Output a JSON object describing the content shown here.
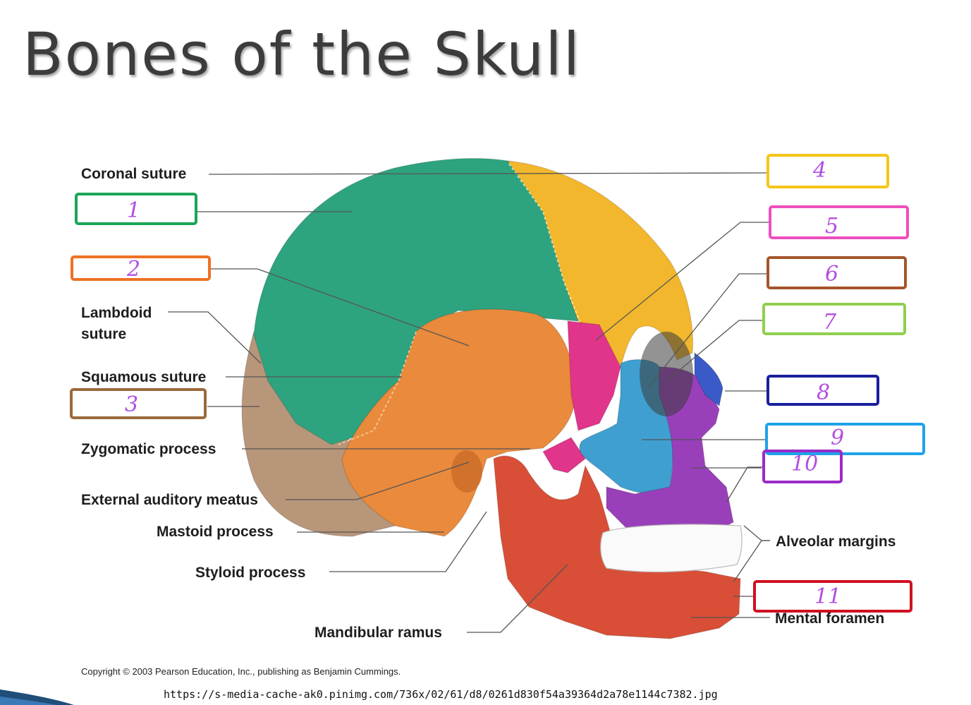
{
  "title": "Bones of the Skull",
  "labels": {
    "coronal_suture": "Coronal suture",
    "lambdoid_suture_line1": "Lambdoid",
    "lambdoid_suture_line2": "suture",
    "squamous_suture": "Squamous suture",
    "zygomatic_process": "Zygomatic process",
    "external_auditory_meatus": "External auditory meatus",
    "mastoid_process": "Mastoid process",
    "styloid_process": "Styloid process",
    "mandibular_ramus": "Mandibular ramus",
    "alveolar_margins": "Alveolar margins",
    "mental_foramen": "Mental foramen"
  },
  "answer_boxes": [
    {
      "number": "1",
      "color": "#1aa556"
    },
    {
      "number": "2",
      "color": "#ee7124"
    },
    {
      "number": "3",
      "color": "#9a6a3a"
    },
    {
      "number": "4",
      "color": "#f5c518"
    },
    {
      "number": "5",
      "color": "#ee4fbd"
    },
    {
      "number": "6",
      "color": "#a5552b"
    },
    {
      "number": "7",
      "color": "#8fcf4e"
    },
    {
      "number": "8",
      "color": "#1a1f9c"
    },
    {
      "number": "9",
      "color": "#1ea3ea"
    },
    {
      "number": "10",
      "color": "#9a2bc9"
    },
    {
      "number": "11",
      "color": "#cf1020"
    }
  ],
  "copyright": "Copyright © 2003 Pearson Education, Inc., publishing as Benjamin Cummings.",
  "source_url": "https://s-media-cache-ak0.pinimg.com/736x/02/61/d8/0261d830f54a39364d2a78e1144c7382.jpg",
  "bone_colors": {
    "frontal": "#f2b72c",
    "parietal": "#2da47f",
    "temporal": "#e98a3c",
    "occipital": "#b8967a",
    "sphenoid": "#e0358a",
    "zygomatic": "#3f9fd0",
    "maxilla": "#9a3fba",
    "nasal": "#3a5bc7",
    "mandible": "#d94e37",
    "teeth": "#fafafa"
  }
}
